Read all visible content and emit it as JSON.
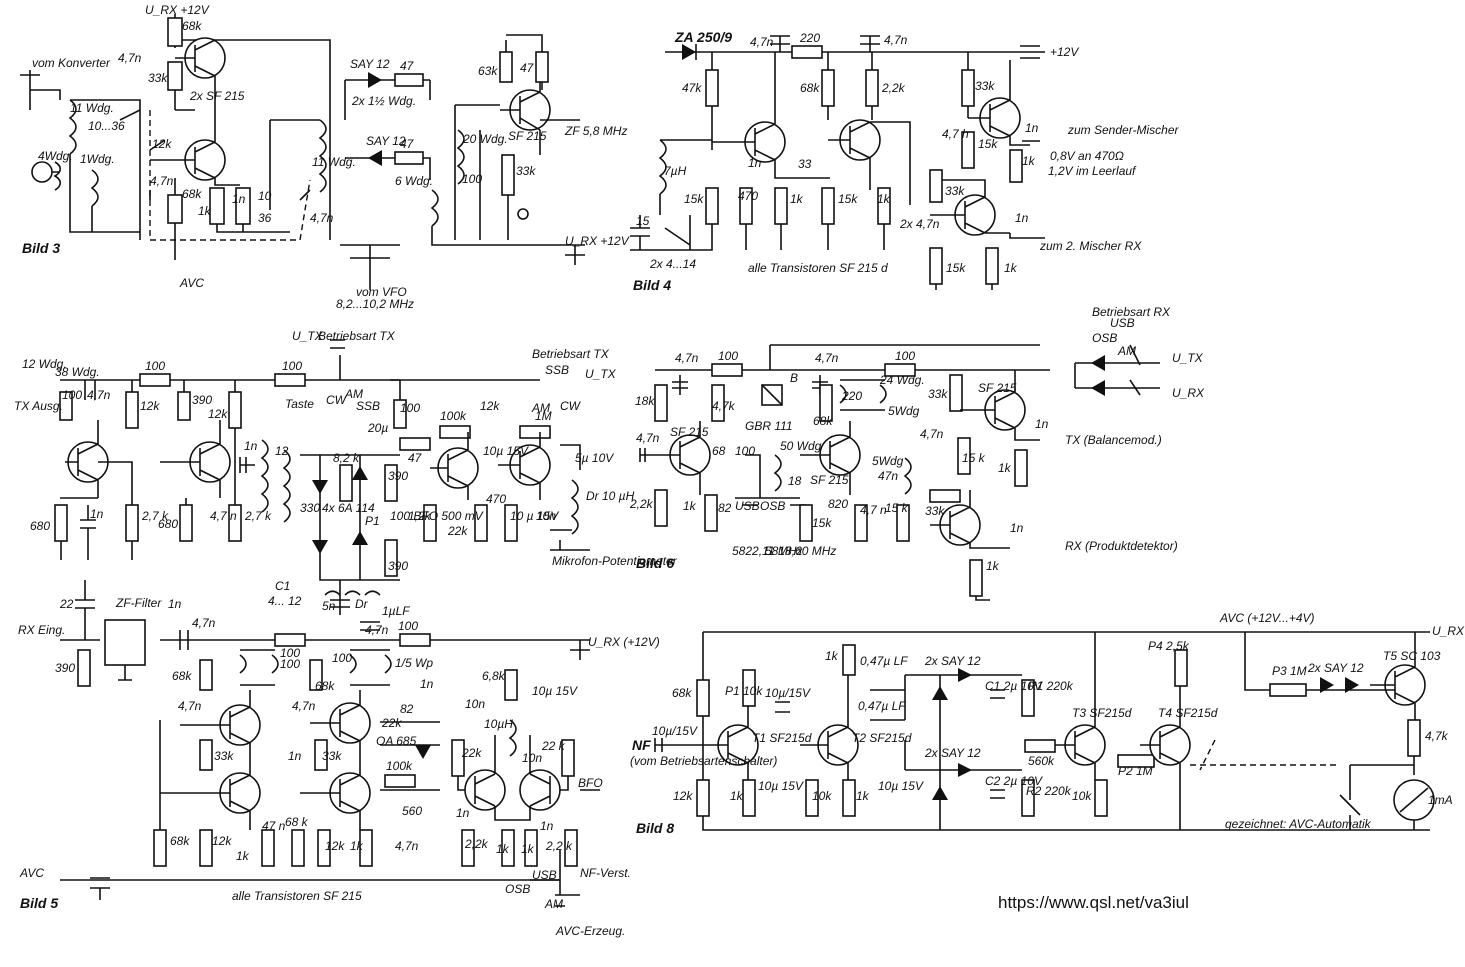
{
  "figures": {
    "bild3": {
      "caption": "Bild 3",
      "labels": [
        "U_RX +12V",
        "vom Konverter",
        "4,7n",
        "68k",
        "33k",
        "2x SF 215",
        "11 Wdg.",
        "10...36",
        "12k",
        "4Wdg.",
        "1Wdg.",
        "4,7n",
        "68k",
        "1k",
        "1n",
        "10",
        "36",
        "11 Wdg.",
        "4,7n",
        "AVC",
        "SAY 12",
        "47",
        "2x 1½ Wdg.",
        "SAY 12",
        "47",
        "6 Wdg.",
        "vom VFO",
        "8,2...10,2 MHz",
        "63k",
        "47",
        "SF 215",
        "ZF 5,8 MHz",
        "20 Wdg.",
        "100",
        "33k",
        "U_RX +12V"
      ]
    },
    "bild4": {
      "caption": "Bild 4",
      "labels": [
        "ZA 250/9",
        "4,7n",
        "220",
        "4,7n",
        "+12V",
        "47k",
        "68k",
        "2,2k",
        "33k",
        "1n",
        "zum Sender-Mischer",
        "0,8V an 470Ω",
        "1,2V im Leerlauf",
        "4,7 h",
        "15k",
        "1k",
        "7µH",
        "1n",
        "33",
        "470",
        "15k",
        "1k",
        "15k",
        "1k",
        "2x 4,7n",
        "33k",
        "1n",
        "15",
        "2x 4...14",
        "alle Transistoren SF 215 d",
        "15k",
        "1k",
        "zum 2. Mischer RX"
      ]
    },
    "bild5": {
      "caption": "Bild 5",
      "labels": [
        "U_TX",
        "Betriebsart TX",
        "12 Wdg.",
        "38 Wdg.",
        "100",
        "100",
        "4,7n",
        "TX Ausg.",
        "12k",
        "390",
        "12k",
        "100",
        "Taste",
        "CW",
        "AM",
        "SSB",
        "Betriebsart TX",
        "SSB",
        "U_TX",
        "AM",
        "CW",
        "680",
        "1n",
        "2,7 k",
        "680",
        "4,7 n",
        "1n",
        "2,7 k",
        "12",
        "330",
        "8,2 k",
        "4x 6A 114",
        "390",
        "P1",
        "100 BFO 500 mV",
        "390",
        "100",
        "20µ",
        "100k",
        "1M",
        "47",
        "10µ 15V",
        "12k",
        "5µ 10V",
        "Dr 10 µH",
        "470",
        "1,2k",
        "22k",
        "10 µ 15V",
        "10n",
        "Mikrofon-Potentiometer",
        "C1",
        "4... 12",
        "5n",
        "Dr",
        "1µLF",
        "22",
        "ZF-Filter",
        "1n",
        "RX Eing.",
        "390",
        "4,7n",
        "100",
        "4,7n",
        "100",
        "U_RX (+12V)",
        "100",
        "68k",
        "100",
        "1/5 Wp",
        "6,8k",
        "10n",
        "10µ 15V",
        "1n",
        "4,7n",
        "68k",
        "4,7n",
        "82",
        "22k",
        "OA 685",
        "10µH",
        "10n",
        "22k",
        "22 k",
        "33k",
        "1n",
        "33k",
        "100k",
        "BFO",
        "560",
        "1n",
        "1n",
        "68k",
        "12k",
        "47 n",
        "68 k",
        "1k",
        "12k",
        "1k",
        "4,7n",
        "2,2k",
        "1k",
        "1k",
        "2,2 k",
        "AVC",
        "USB",
        "OSB",
        "AM",
        "NF-Verst.",
        "alle Transistoren SF 215",
        "AVC-Erzeug."
      ]
    },
    "bild6": {
      "caption": "Bild 6",
      "labels": [
        "Betriebsart RX",
        "USB",
        "OSB",
        "AM",
        "U_TX",
        "U_RX",
        "4,7n",
        "100",
        "4,7n",
        "100",
        "18k",
        "4,7k",
        "B",
        "68k",
        "220",
        "24 Wdg.",
        "33k",
        "SF 215",
        "1n",
        "TX (Balancemod.)",
        "4,7n",
        "SF 215",
        "GBR 111",
        "50 Wdg",
        "5Wdg",
        "4,7n",
        "15 k",
        "1k",
        "68",
        "100",
        "18",
        "SF 215",
        "5Wdg",
        "47n",
        "2,2k",
        "1k",
        "82",
        "USB",
        "OSB",
        "820",
        "4,7 n",
        "15 k",
        "33k",
        "1n",
        "RX (Produktdetektor)",
        "15k",
        "5822,11 MHz",
        "5818,60 MHz",
        "1k"
      ]
    },
    "bild8": {
      "caption": "Bild 8",
      "labels": [
        "AVC (+12V...+4V)",
        "U_RX +12V",
        "T5 SC 103",
        "P4 2,5k",
        "1k",
        "0,47µ LF",
        "2x SAY 12",
        "P3 1M",
        "2x SAY 12",
        "68k",
        "P1 10k",
        "10µ/15V",
        "0,47µ LF",
        "C1 2µ 10V",
        "R1 220k",
        "T3 SF215d",
        "T4 SF215d",
        "4,7k",
        "NF",
        "10µ/15V",
        "T1 SF215d",
        "T2 SF215d",
        "2x SAY 12",
        "560k",
        "P2 1M",
        "(vom Betriebsartenschalter)",
        "12k",
        "1k",
        "10µ 15V",
        "10k",
        "1k",
        "10µ 15V",
        "C2 2µ 10V",
        "R2 220k",
        "10k",
        "1mA",
        "gezeichnet: AVC-Automatik"
      ]
    }
  },
  "footer_url": "https://www.qsl.net/va3iul"
}
